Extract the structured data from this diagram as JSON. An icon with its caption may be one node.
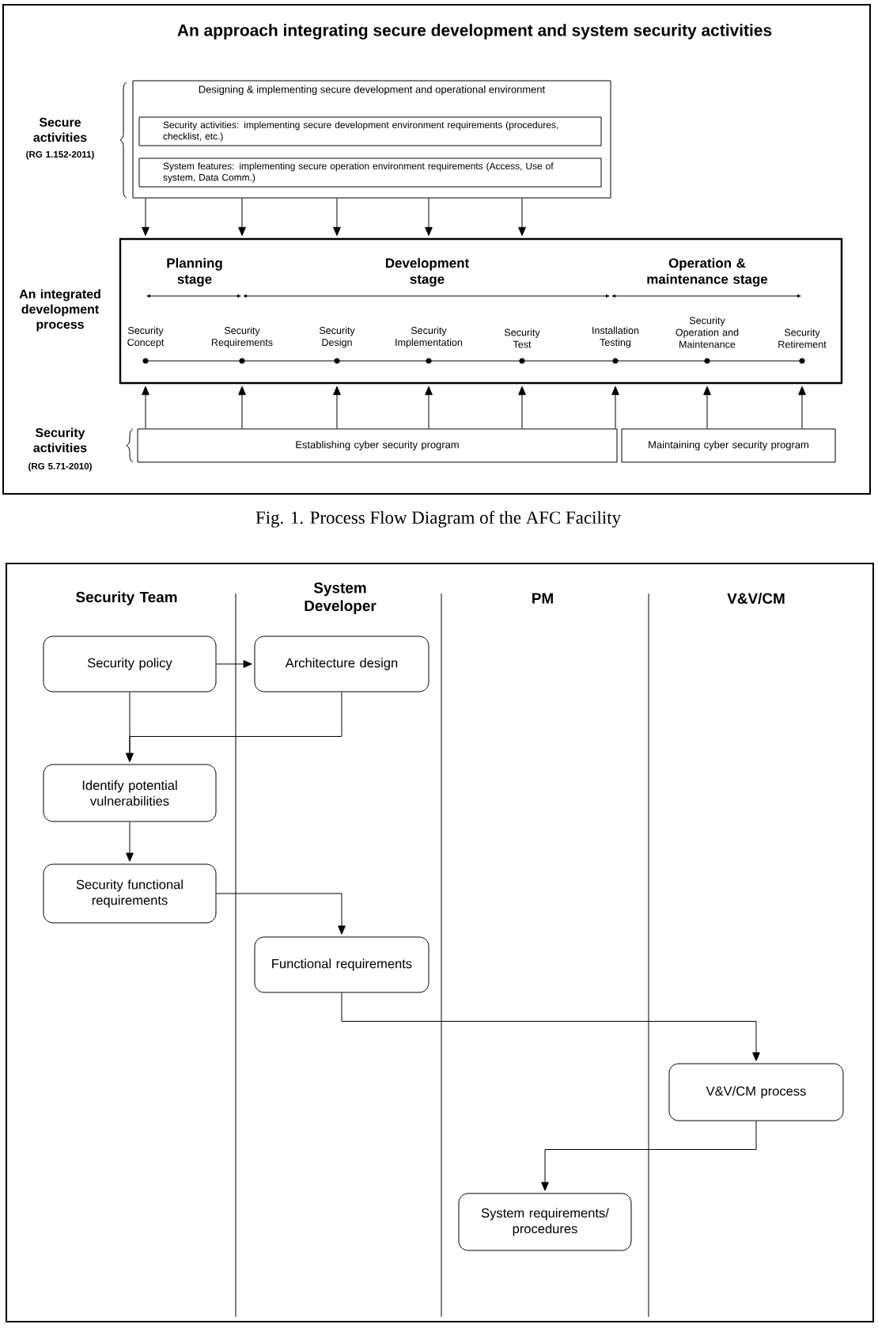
{
  "diagram": {
    "title": "An approach integrating secure development and system security activities",
    "caption": "Fig. 1. Process Flow Diagram of the AFC Facility",
    "nodes": [
      {
        "text": [
          "Designing & implementing secure development and operational environment"
        ]
      },
      {
        "text": [
          "Security activities: implementing secure development environment requirements (procedures, checklist, etc.)"
        ],
        "in": 0
      },
      {
        "text": [
          "System features: implementing secure operation environment requirements (Access, Use of system, Data Comm.)"
        ],
        "in": 0
      },
      {
        "text": [],
        "shape": "box"
      },
      {
        "text": [
          "Security Concept"
        ],
        "in": 3
      },
      {
        "text": [
          "Security Requirements"
        ],
        "in": 3
      },
      {
        "text": [
          "Security Design"
        ],
        "in": 3
      },
      {
        "text": [
          "Security Implementation"
        ],
        "in": 3
      },
      {
        "text": [
          "Security Test"
        ],
        "in": 3
      },
      {
        "text": [
          "Installation Testing"
        ],
        "in": 3
      },
      {
        "text": [
          "Security Operation and Maintenance"
        ],
        "in": 3
      },
      {
        "text": [
          "Security Retirement"
        ],
        "in": 3
      },
      {
        "text": [
          "Establishing cyber security program"
        ]
      },
      {
        "text": [
          "Maintaining cyber security program"
        ]
      },
      {
        "text": [
          "Security policy"
        ]
      },
      {
        "text": [
          "Architecture design"
        ]
      },
      {
        "text": [
          "Identify potential vulnerabilities"
        ]
      },
      {
        "text": [
          "Security functional requirements"
        ]
      },
      {
        "text": [
          "Functional requirements"
        ]
      },
      {
        "text": [
          "V&V/CM process"
        ]
      },
      {
        "text": [
          "System requirements/ procedures"
        ]
      }
    ],
    "edges": [
      {
        "from": 0,
        "to": 3,
        "arrow": "to"
      },
      {
        "from": 0,
        "to": 3,
        "arrow": "to"
      },
      {
        "from": 0,
        "to": 3,
        "arrow": "to"
      },
      {
        "from": 0,
        "to": 3,
        "arrow": "to"
      },
      {
        "from": 0,
        "to": 3,
        "arrow": "to"
      },
      {
        "from": 12,
        "to": 3,
        "arrow": "to"
      },
      {
        "from": 12,
        "to": 3,
        "arrow": "to"
      },
      {
        "from": 12,
        "to": 3,
        "arrow": "to"
      },
      {
        "from": 12,
        "to": 3,
        "arrow": "to"
      },
      {
        "from": 12,
        "to": 3,
        "arrow": "to"
      },
      {
        "from": 12,
        "to": 3,
        "arrow": "to"
      },
      {
        "from": 13,
        "to": 3,
        "arrow": "to"
      },
      {
        "from": 13,
        "to": 3,
        "arrow": "to"
      },
      {
        "from": 14,
        "to": 15,
        "arrow": "to"
      },
      {
        "from": 14,
        "to": 16,
        "arrow": "to"
      },
      {
        "from": 15,
        "to": 16,
        "arrow": "to"
      },
      {
        "from": 16,
        "to": 17,
        "arrow": "to"
      },
      {
        "from": 17,
        "to": 18,
        "arrow": "to"
      },
      {
        "from": 18,
        "to": 19,
        "arrow": "to"
      },
      {
        "from": 19,
        "to": 20,
        "arrow": "to"
      }
    ],
    "labels": [
      "Secure activities",
      "(RG 1.152-2011)",
      "Planning stage",
      "Development stage",
      "Operation & maintenance stage",
      "An integrated development process",
      "Security activities",
      "(RG 5.71-2010)",
      "Security Team",
      "System Developer",
      "PM",
      "V&V/CM"
    ]
  }
}
